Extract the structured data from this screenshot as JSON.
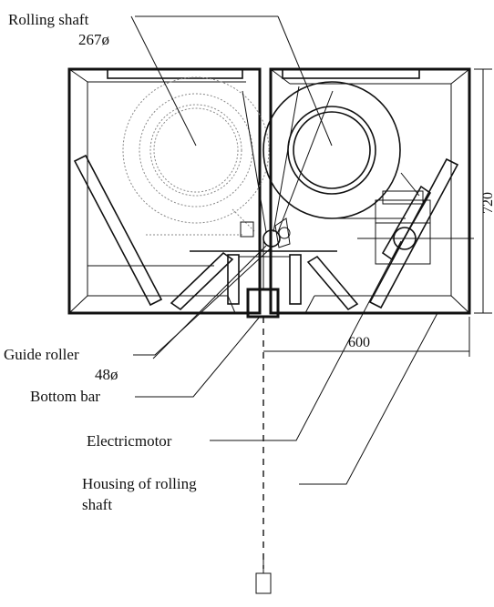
{
  "labels": {
    "rolling_shaft": "Rolling shaft",
    "rolling_shaft_dim": "267ø",
    "guide_roller": "Guide roller",
    "guide_roller_dim": "48ø",
    "bottom_bar": "Bottom bar",
    "electric_motor": "Electricmotor",
    "housing_line1": "Housing of rolling",
    "housing_line2": "shaft"
  },
  "dimensions": {
    "height": "720",
    "width": "600"
  }
}
